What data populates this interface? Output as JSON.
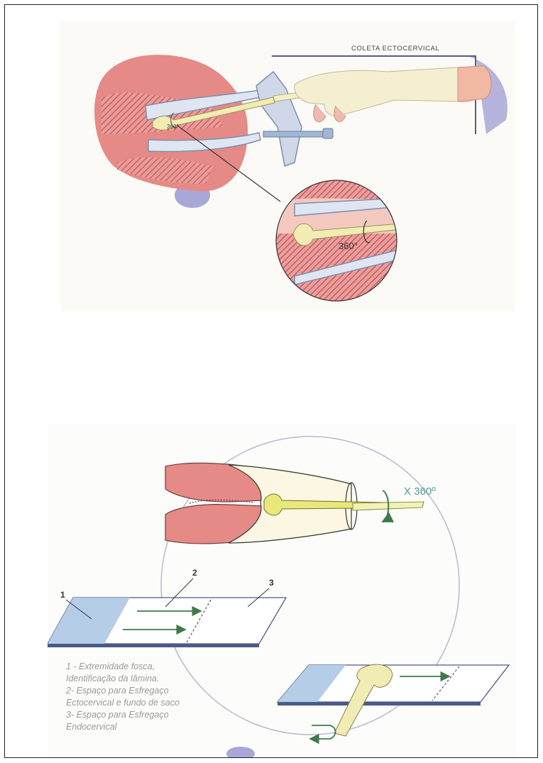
{
  "top_figure": {
    "caption": "COLETA ECTOCERVICAL",
    "small_angle_label": "360°",
    "zoom_angle_label": "360°"
  },
  "bottom_figure": {
    "rotation_label": "X 360º",
    "slide_markers": [
      "1",
      "2",
      "3"
    ],
    "legend": [
      "1 - Extremidade fosca,",
      "Identificação da lâmina.",
      "2-  Espaço para Esfregaço",
      "Ectocervical e fundo de saco",
      "3-  Espaço para Esfregaço",
      "Endocervical"
    ]
  },
  "colors": {
    "tissue_pink": "#e58a86",
    "hatch_red": "#c0485a",
    "speculum_blue": "#9fb6d4",
    "lavender": "#a9a7d8",
    "slide_blue": "#b6cde8",
    "arrow_green": "#3f7a4a",
    "spatula_yellow": "#f1ecb4"
  }
}
